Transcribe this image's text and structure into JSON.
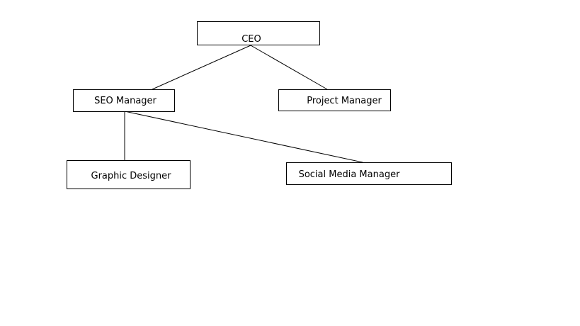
{
  "diagram": {
    "nodes": [
      {
        "id": "ceo",
        "label": "CEO"
      },
      {
        "id": "seo-manager",
        "label": "SEO Manager"
      },
      {
        "id": "project-manager",
        "label": "Project Manager"
      },
      {
        "id": "graphic-designer",
        "label": "Graphic Designer"
      },
      {
        "id": "social-media-manager",
        "label": "Social Media Manager"
      }
    ],
    "edges": [
      {
        "from": "ceo",
        "to": "seo-manager"
      },
      {
        "from": "ceo",
        "to": "project-manager"
      },
      {
        "from": "seo-manager",
        "to": "graphic-designer"
      },
      {
        "from": "seo-manager",
        "to": "social-media-manager"
      }
    ]
  }
}
